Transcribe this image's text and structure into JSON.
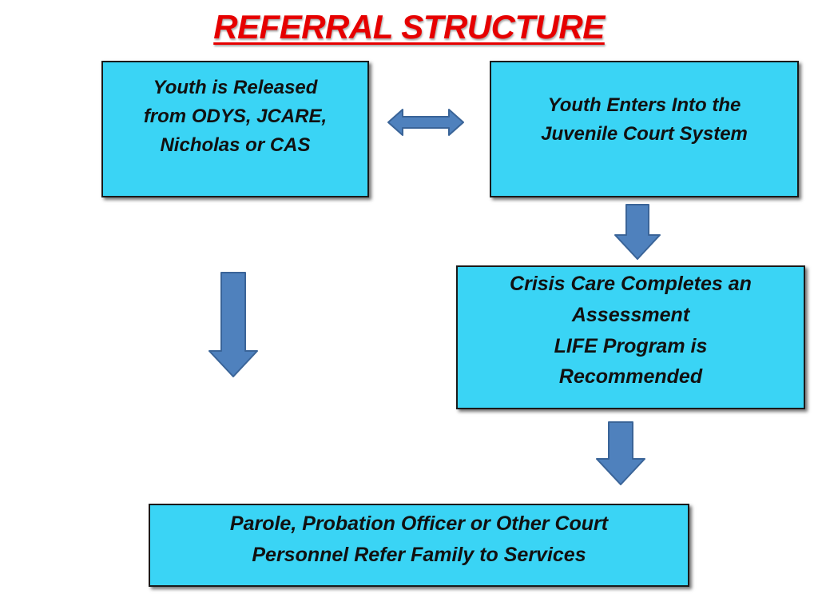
{
  "title": "REFERRAL STRUCTURE",
  "boxes": {
    "released": {
      "lines": [
        "Youth is Released",
        "from ODYS, JCARE,",
        "Nicholas or CAS"
      ]
    },
    "enters": {
      "lines": [
        "Youth Enters Into the",
        "Juvenile Court System"
      ]
    },
    "crisis": {
      "lines": [
        "Crisis Care Completes an",
        "Assessment",
        "LIFE Program is",
        "Recommended"
      ]
    },
    "parole": {
      "lines": [
        "Parole, Probation Officer or Other Court",
        "Personnel Refer Family to Services"
      ]
    }
  },
  "colors": {
    "title": "#e60000",
    "box_fill": "#3ad4f5",
    "arrow_fill": "#4f81bd",
    "arrow_stroke": "#3a6498"
  }
}
